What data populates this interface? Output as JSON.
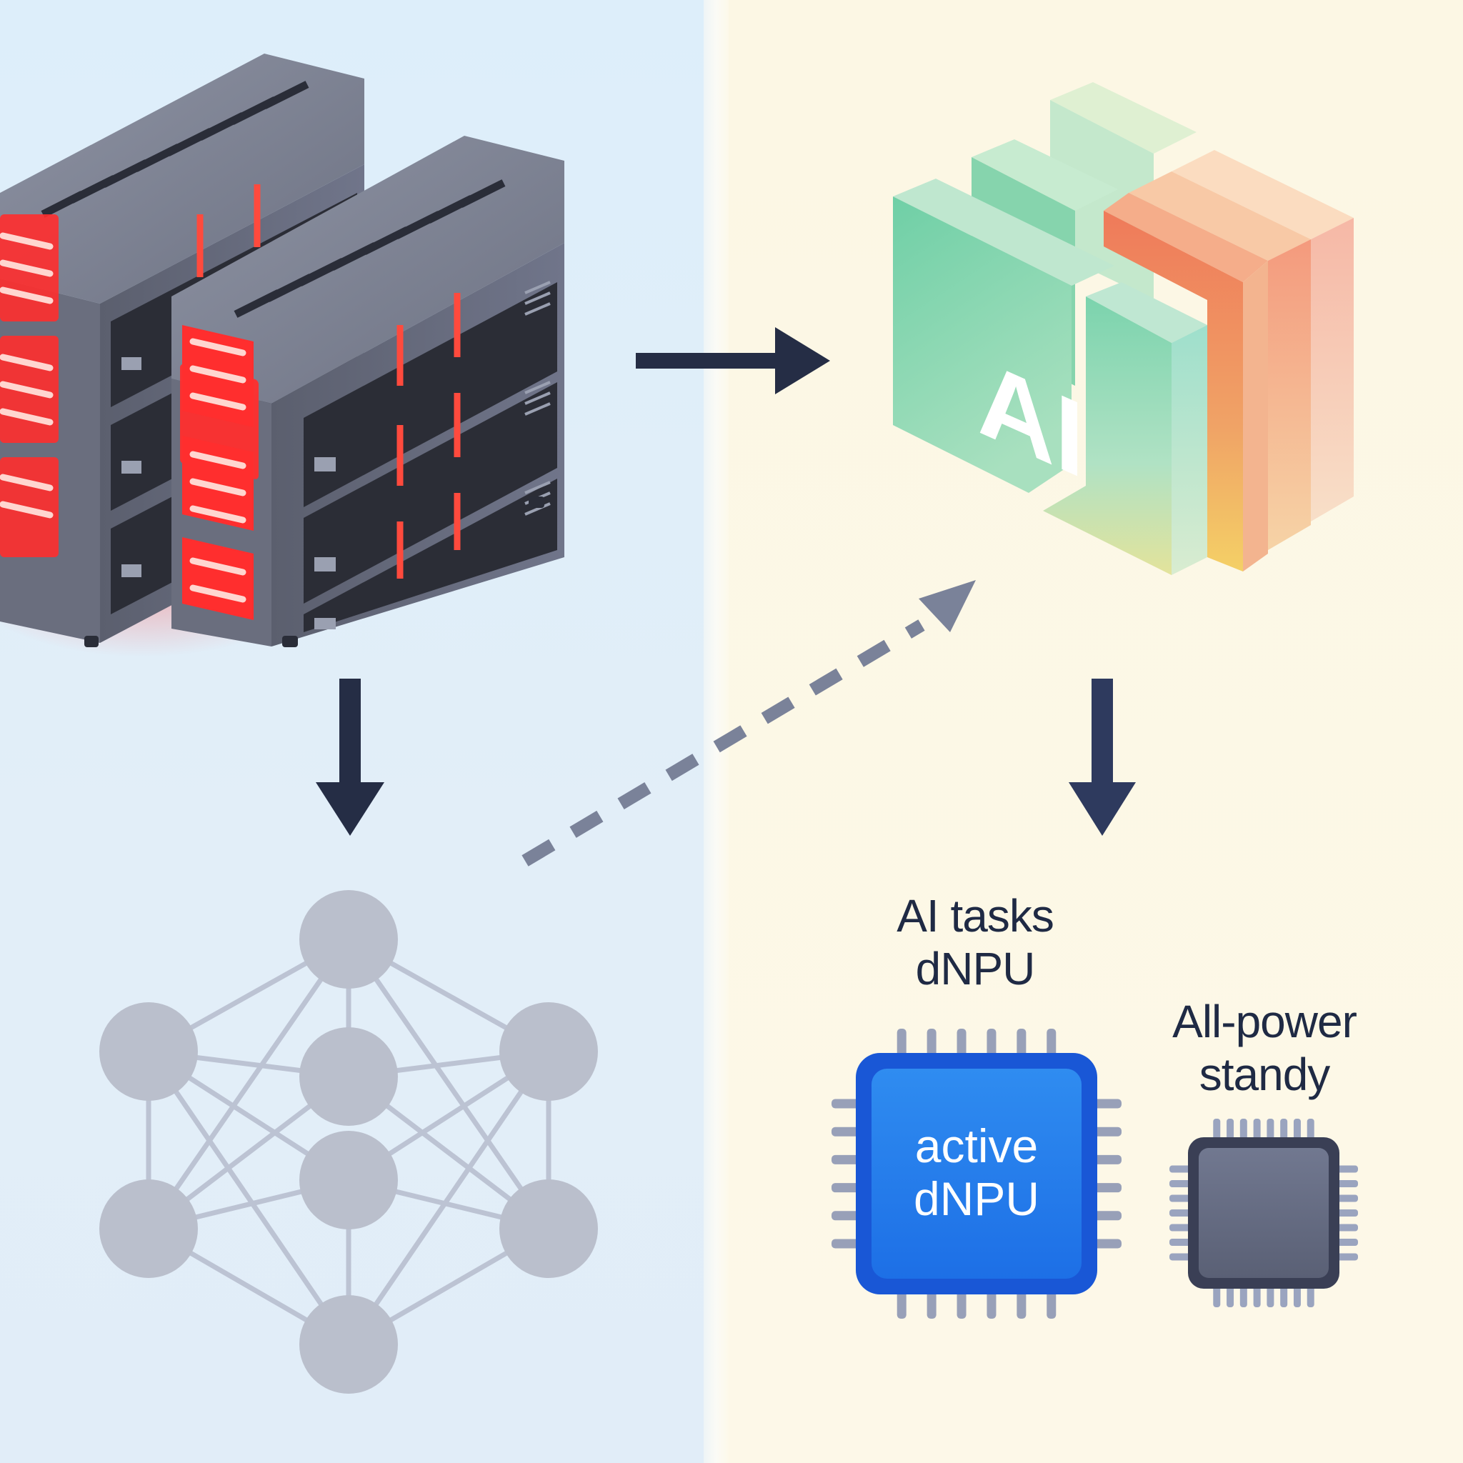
{
  "diagram": {
    "panels": [
      {
        "id": "left",
        "background": "#e0eef9"
      },
      {
        "id": "right",
        "background": "#fcf7e6"
      }
    ],
    "nodes": {
      "server_cluster": {
        "icon": "server-rack-icon",
        "racks": 2,
        "units_per_rack": 3,
        "glow_color": "#ff3b30"
      },
      "ai_block": {
        "icon": "ai-cube-icon",
        "text": "AI",
        "green": "#7fd0a8",
        "orange": "#f08a60"
      },
      "neural_network": {
        "icon": "neural-network-icon",
        "node_count": 8,
        "color": "#babfcc"
      },
      "active_chip": {
        "icon": "chip-icon",
        "text_line1": "active",
        "text_line2": "dNPU",
        "color": "#1a73e8"
      },
      "standby_chip": {
        "icon": "chip-icon",
        "color": "#5a6175"
      }
    },
    "labels": {
      "ai_tasks_line1": "AI tasks",
      "ai_tasks_line2": "dNPU",
      "standby_line1": "All-power",
      "standby_line2": "standy"
    },
    "edges": [
      {
        "from": "server_cluster",
        "to": "ai_block",
        "style": "solid"
      },
      {
        "from": "server_cluster",
        "to": "neural_network",
        "style": "solid"
      },
      {
        "from": "ai_block",
        "to": "active_chip",
        "style": "solid"
      },
      {
        "from": "neural_network",
        "to": "ai_block",
        "style": "dashed"
      }
    ],
    "colors": {
      "arrow": "#252d45",
      "dashed_arrow": "#7a8299",
      "label_text": "#1f2a44"
    }
  }
}
